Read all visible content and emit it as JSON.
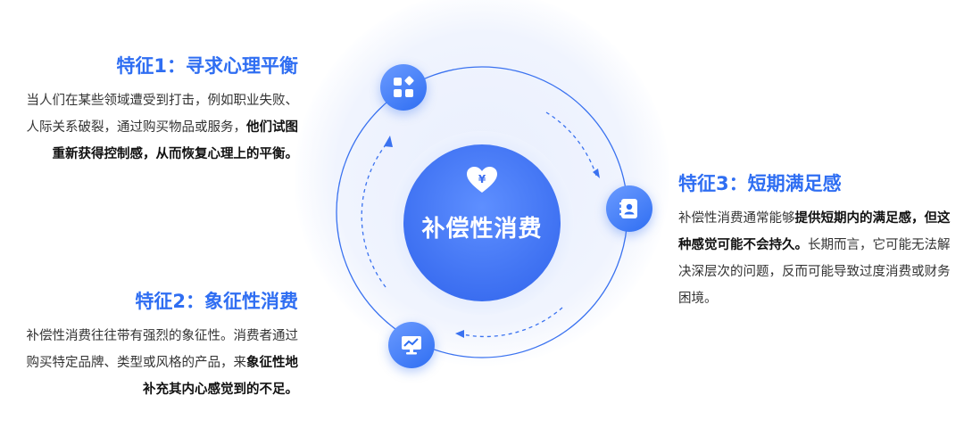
{
  "center": {
    "title": "补偿性消费",
    "icon": "heart-yen-icon"
  },
  "features": [
    {
      "title": "特征1：寻求心理平衡",
      "text": "当人们在某些领域遭受到打击，例如职业失败、人际关系破裂，通过购买物品或服务，",
      "bold": "他们试图重新获得控制感，从而恢复心理上的平衡。",
      "text_after": "",
      "icon": "apps-grid-icon"
    },
    {
      "title": "特征2：象征性消费",
      "text": "补偿性消费往往带有强烈的象征性。消费者通过购买特定品牌、类型或风格的产品，来",
      "bold": "象征性地补充其内心感觉到的不足。",
      "text_after": "",
      "icon": "chart-monitor-icon"
    },
    {
      "title": "特征3：短期满足感",
      "text": "补偿性消费通常能够",
      "bold": "提供短期内的满足感，但这种感觉可能不会持久。",
      "text_after": "长期而言，它可能无法解决深层次的问题，反而可能导致过度消费或财务困境。",
      "icon": "contact-book-icon"
    }
  ],
  "colors": {
    "accent": "#2f6ef2",
    "accent_light": "#6b9bff",
    "ring": "#3a72f0"
  }
}
